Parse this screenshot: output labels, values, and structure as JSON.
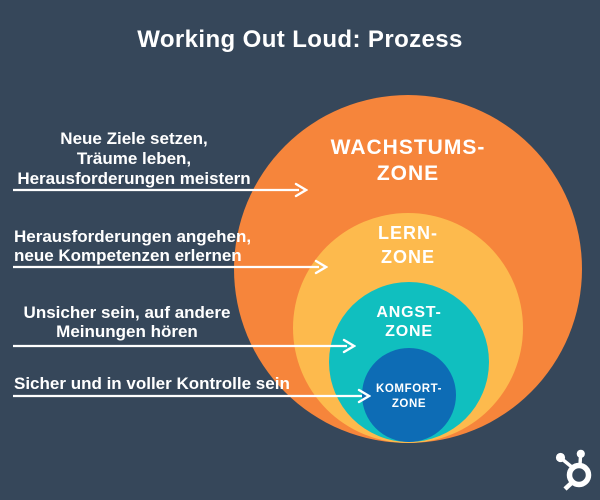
{
  "title": "Working Out Loud: Prozess",
  "colors": {
    "background": "#36475A",
    "growth": "#F6853B",
    "learning": "#FDBA4D",
    "fear": "#10BFBF",
    "comfort": "#0D6CB5",
    "text": "#FFFFFF"
  },
  "zones": [
    {
      "line1": "WACHSTUMS-",
      "line2": "ZONE"
    },
    {
      "line1": "LERN-",
      "line2": "ZONE"
    },
    {
      "line1": "ANGST-",
      "line2": "ZONE"
    },
    {
      "line1": "KOMFORT-",
      "line2": "ZONE"
    }
  ],
  "labels": [
    {
      "lines": [
        "Neue Ziele setzen,",
        "Träume leben,",
        "Herausforderungen meistern"
      ]
    },
    {
      "lines": [
        "Herausforderungen angehen,",
        "neue Kompetenzen erlernen"
      ]
    },
    {
      "lines": [
        "Unsicher sein, auf andere",
        "Meinungen hören"
      ]
    },
    {
      "lines": [
        "Sicher und in voller Kontrolle sein"
      ]
    }
  ],
  "logo": {
    "name": "hubspot-sprocket-logo"
  }
}
